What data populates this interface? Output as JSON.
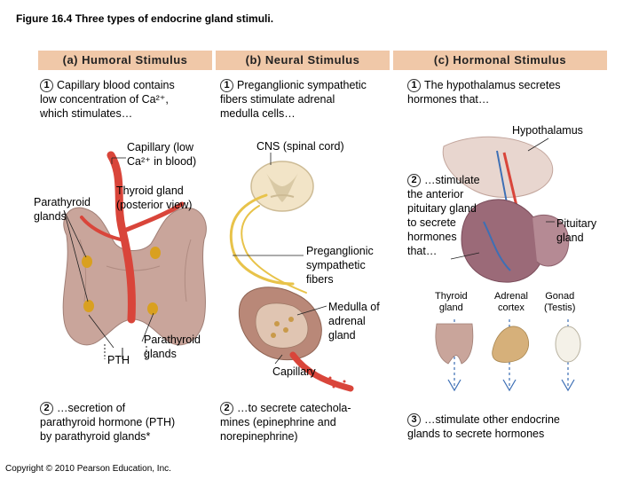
{
  "figure": {
    "title": "Figure 16.4 Three types of endocrine gland stimuli."
  },
  "panels": {
    "humoral": {
      "header": "(a) Humoral Stimulus",
      "step1_num": "1",
      "step1_text_line1": "Capillary blood contains",
      "step1_text_line2": "low concentration of Ca²⁺,",
      "step1_text_line3": "which stimulates…",
      "capillary_label_line1": "Capillary (low",
      "capillary_label_line2": "Ca²⁺ in blood)",
      "thyroid_label_line1": "Thyroid gland",
      "thyroid_label_line2": "(posterior view)",
      "parathyroid_left_line1": "Parathyroid",
      "parathyroid_left_line2": "glands",
      "parathyroid_bottom_line1": "Parathyroid",
      "parathyroid_bottom_line2": "glands",
      "pth_label": "PTH",
      "step2_num": "2",
      "step2_text_line1": "…secretion of",
      "step2_text_line2": "parathyroid hormone (PTH)",
      "step2_text_line3": "by parathyroid glands*"
    },
    "neural": {
      "header": "(b) Neural Stimulus",
      "step1_num": "1",
      "step1_text_line1": "Preganglionic sympathetic",
      "step1_text_line2": "fibers stimulate adrenal",
      "step1_text_line3": "medulla cells…",
      "cns_label": "CNS (spinal cord)",
      "fibers_label_line1": "Preganglionic",
      "fibers_label_line2": "sympathetic",
      "fibers_label_line3": "fibers",
      "medulla_label_line1": "Medulla of",
      "medulla_label_line2": "adrenal",
      "medulla_label_line3": "gland",
      "capillary_label": "Capillary",
      "step2_num": "2",
      "step2_text_line1": "…to secrete catechola-",
      "step2_text_line2": "mines (epinephrine and",
      "step2_text_line3": "norepinephrine)"
    },
    "hormonal": {
      "header": "(c) Hormonal Stimulus",
      "step1_num": "1",
      "step1_text_line1": "The hypothalamus secretes",
      "step1_text_line2": "hormones that…",
      "hypothalamus_label": "Hypothalamus",
      "step2_num": "2",
      "step2_text_line1": "…stimulate",
      "step2_text_line2": "the anterior",
      "step2_text_line3": "pituitary gland",
      "step2_text_line4": "to secrete",
      "step2_text_line5": "hormones",
      "step2_text_line6": "that…",
      "pituitary_label_line1": "Pituitary",
      "pituitary_label_line2": "gland",
      "thyroid_label_line1": "Thyroid",
      "thyroid_label_line2": "gland",
      "adrenal_label_line1": "Adrenal",
      "adrenal_label_line2": "cortex",
      "gonad_label_line1": "Gonad",
      "gonad_label_line2": "(Testis)",
      "step3_num": "3",
      "step3_text_line1": "…stimulate other endocrine",
      "step3_text_line2": "glands to secrete hormones"
    }
  },
  "copyright": "Copyright © 2010 Pearson Education, Inc.",
  "colors": {
    "header_bg": "#f0c8a8",
    "thyroid": "#c9a59b",
    "capillary": "#d9453a",
    "nerve": "#e8c34a",
    "adrenal_medulla": "#b98878",
    "pituitary": "#9b6a78",
    "vessel_blue": "#3d6fb5"
  }
}
